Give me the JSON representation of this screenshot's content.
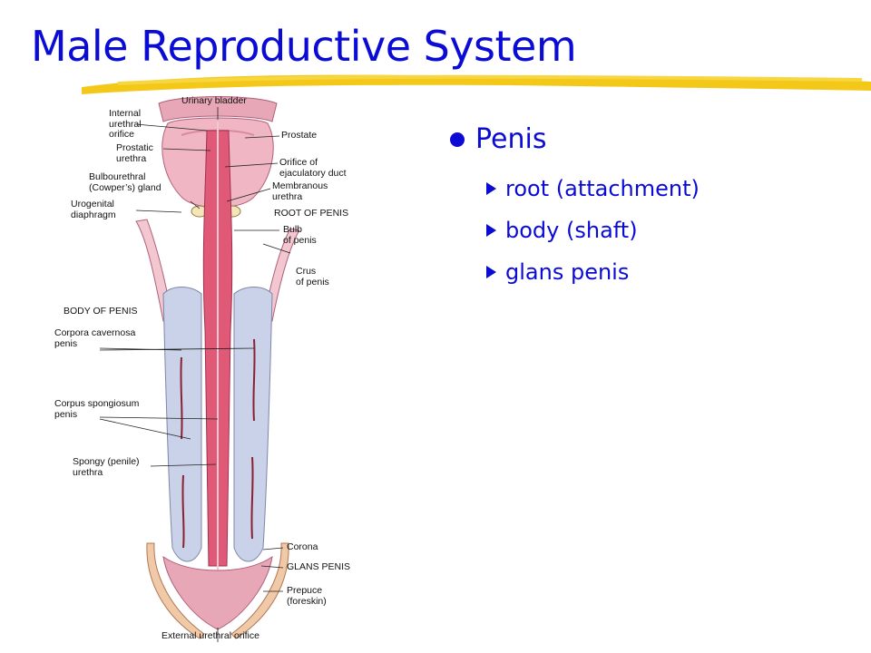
{
  "slide": {
    "title": "Male Reproductive System",
    "accent_color": "#0b0bd6",
    "stroke_color": "#f2c200"
  },
  "bullets": {
    "main": "Penis",
    "sub": [
      "root (attachment)",
      "body (shaft)",
      "glans penis"
    ]
  },
  "figure": {
    "labels": {
      "urinary_bladder": "Urinary bladder",
      "internal_urethral_orifice": "Internal\nurethral\norifice",
      "prostate": "Prostate",
      "prostatic_urethra": "Prostatic\nurethra",
      "orifice_ejaculatory_duct": "Orifice of\nejaculatory duct",
      "bulbourethral_gland": "Bulbourethral\n(Cowper’s) gland",
      "membranous_urethra": "Membranous\nurethra",
      "urogenital_diaphragm": "Urogenital\ndiaphragm",
      "root_of_penis": "ROOT OF PENIS",
      "bulb_of_penis": "Bulb\nof penis",
      "crus_of_penis": "Crus\nof penis",
      "body_of_penis": "BODY OF PENIS",
      "corpora_cavernosa": "Corpora cavernosa\npenis",
      "corpus_spongiosum": "Corpus spongiosum\npenis",
      "spongy_urethra": "Spongy (penile)\nurethra",
      "corona": "Corona",
      "glans_penis": "GLANS PENIS",
      "prepuce": "Prepuce\n(foreskin)",
      "external_urethral_orifice": "External urethral orifice"
    }
  }
}
